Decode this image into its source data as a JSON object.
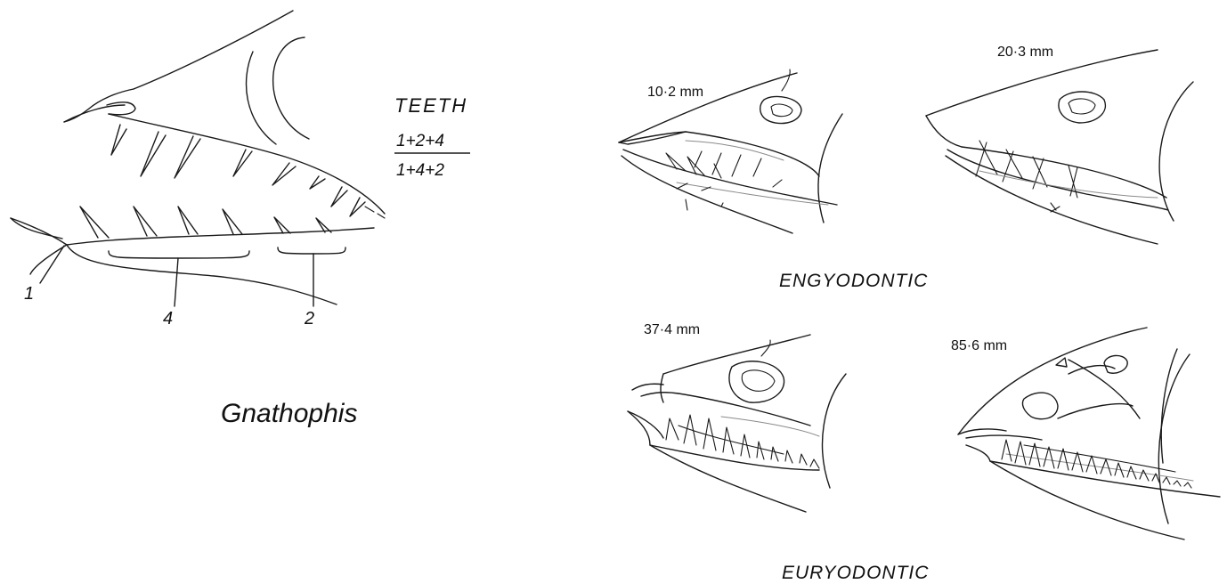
{
  "main_specimen": {
    "genus_label": "Gnathophis",
    "teeth_heading": "TEETH",
    "upper_formula": "1+2+4",
    "lower_formula": "1+4+2",
    "callouts": [
      "1",
      "4",
      "2"
    ]
  },
  "panels": {
    "engyodontic_label": "ENGYODONTIC",
    "euryodontic_label": "EURYODONTIC",
    "sizes": [
      "10·2 mm",
      "20·3 mm",
      "37·4 mm",
      "85·6 mm"
    ]
  }
}
